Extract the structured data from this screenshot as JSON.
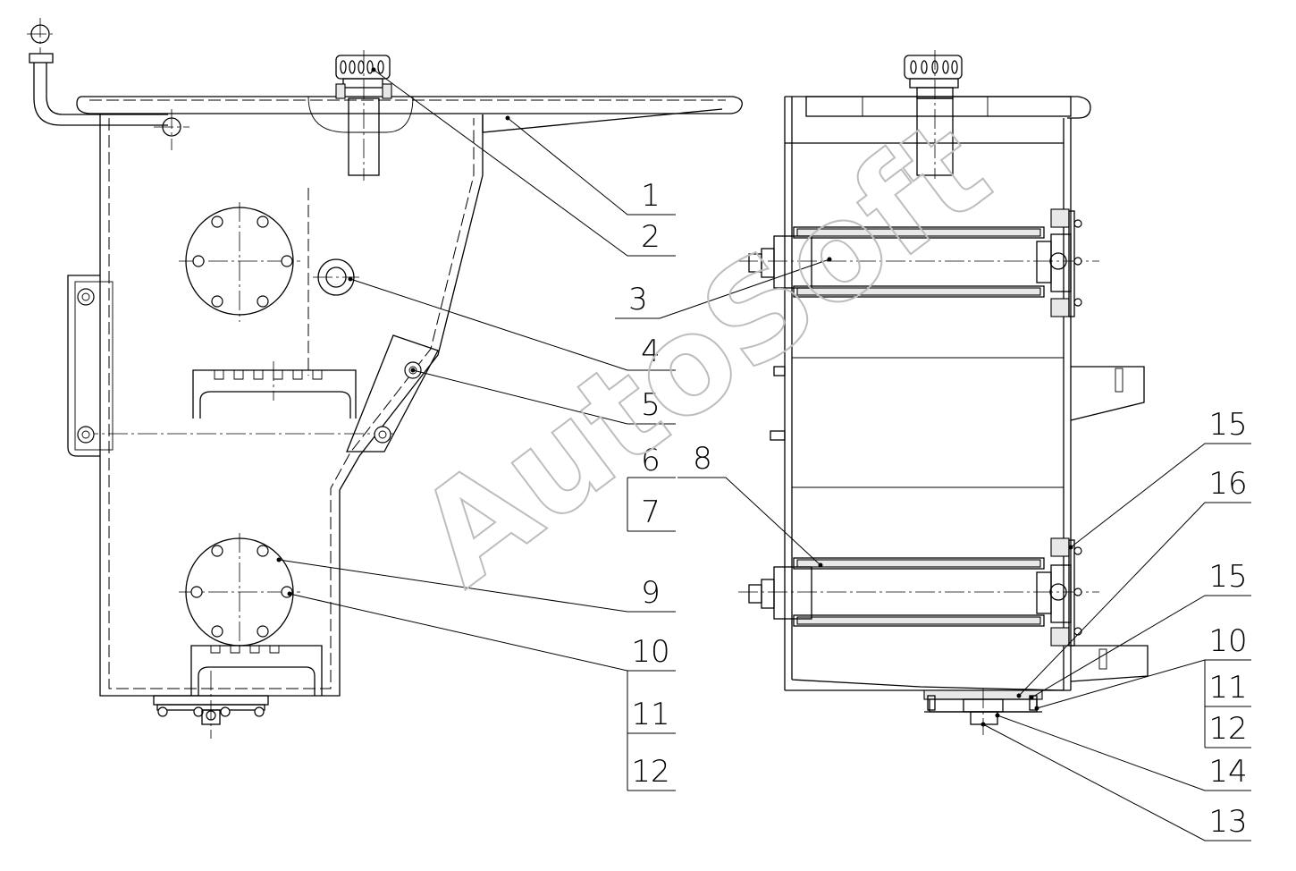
{
  "watermark": "AutoSoft",
  "labels": {
    "l1": "1",
    "l2": "2",
    "l3": "3",
    "l4": "4",
    "l5": "5",
    "l6": "6",
    "l7": "7",
    "l8": "8",
    "l9": "9",
    "l10": "10",
    "l11": "11",
    "l12": "12",
    "r15a": "15",
    "r16": "16",
    "r15b": "15",
    "r10": "10",
    "r11": "11",
    "r12": "12",
    "r14": "14",
    "r13": "13"
  }
}
